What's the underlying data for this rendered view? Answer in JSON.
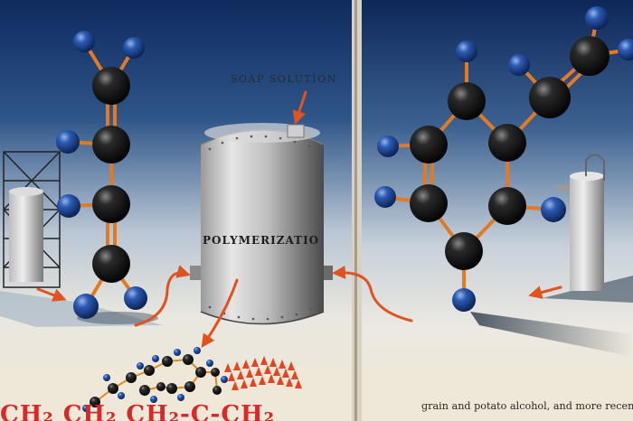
{
  "labels": {
    "soap": "SOAP SOLUTION",
    "tank": "POLYMERIZATIO",
    "formula": "CH₂ CH₂ CH₂-C-CH₂",
    "body_text": "grain and potato alcohol, and more recently from"
  },
  "colors": {
    "sky_dark": "#102a5c",
    "sky_light": "#d9e0e6",
    "paper": "#efe7d8",
    "arrow": "#e0531e",
    "formula_red": "#d8282a",
    "carbon": "#111111",
    "hydrogen": "#1f4fa8"
  }
}
